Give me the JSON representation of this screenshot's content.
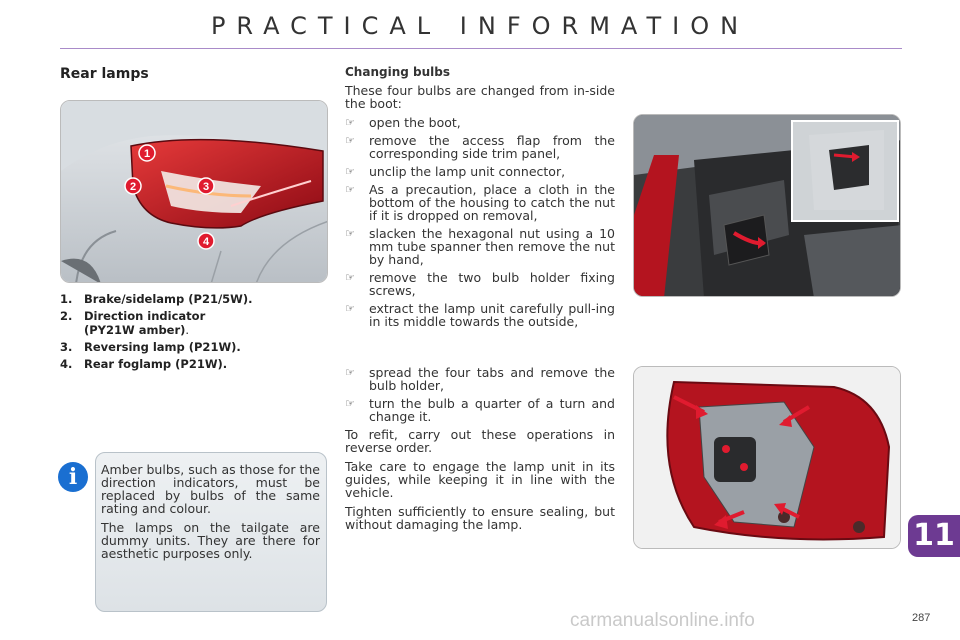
{
  "header": {
    "title": "PRACTICAL INFORMATION"
  },
  "section": {
    "title": "Rear lamps"
  },
  "legend": [
    {
      "num": "1.",
      "text": "Brake/sidelamp (P21/5W)."
    },
    {
      "num": "2.",
      "text": "Direction indicator",
      "extra": "(PY21W amber)",
      "extra_end": "."
    },
    {
      "num": "3.",
      "text": "Reversing lamp (P21W)."
    },
    {
      "num": "4.",
      "text": "Rear foglamp (P21W)."
    }
  ],
  "callouts": [
    "1",
    "2",
    "3",
    "4"
  ],
  "info": {
    "icon": "info-icon",
    "icon_glyph": "i",
    "paragraphs": [
      "Amber bulbs, such as those for the direction indicators, must be replaced by bulbs of the same rating and colour.",
      "The lamps on the tailgate are dummy units. They are there for aesthetic purposes only."
    ]
  },
  "changing": {
    "title": "Changing bulbs",
    "intro": "These four bulbs are changed from in-side the boot:",
    "bullet_glyph": "☞",
    "steps": [
      "open the boot,",
      "remove the access flap from the corresponding side trim panel,",
      "unclip the lamp unit connector,",
      "As a precaution, place a cloth in the bottom of the housing to catch the nut if it is dropped on removal,",
      "slacken the hexagonal nut using a 10 mm tube spanner then remove the nut by hand,",
      "remove the two bulb holder fixing screws,",
      "extract the lamp unit carefully pull-ing in its middle towards the outside,"
    ],
    "steps2": [
      "spread the four tabs and remove the bulb holder,",
      "turn the bulb a quarter of a turn and change it."
    ],
    "paragraphs": [
      "To refit, carry out these operations in reverse order.",
      "Take care to engage the lamp unit in its guides, while keeping it in line with the vehicle.",
      "Tighten sufficiently to ensure sealing, but without damaging the lamp."
    ]
  },
  "chapter": "11",
  "page_number": "287",
  "watermark": "carmanualsonline.info",
  "colors": {
    "accent": "#6d3a92",
    "rule": "#a98bc9",
    "lamp_red": "#c8102e",
    "callout_red": "#e01b2f",
    "info_blue": "#1a6fd1"
  }
}
